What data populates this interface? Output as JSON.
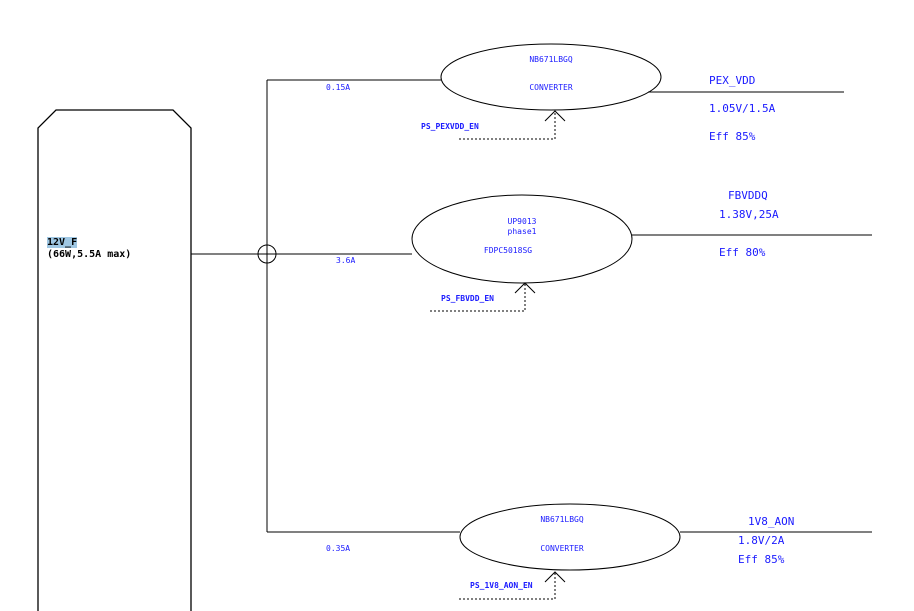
{
  "source": {
    "name": "12V_F",
    "rating": "(66W,5.5A max)"
  },
  "branches": [
    {
      "current": "0.15A",
      "converter_lines": [
        "NB671LBGQ",
        "CONVERTER"
      ],
      "enable": "PS_PEXVDD_EN",
      "rail": "PEX_VDD",
      "spec": "1.05V/1.5A",
      "eff": "Eff 85%"
    },
    {
      "current": "3.6A",
      "converter_lines": [
        "UP9013",
        "phase1",
        "FDPC5018SG"
      ],
      "enable": "PS_FBVDD_EN",
      "rail": "FBVDDQ",
      "spec": "1.38V,25A",
      "eff": "Eff 80%"
    },
    {
      "current": "0.35A",
      "converter_lines": [
        "NB671LBGQ",
        "CONVERTER"
      ],
      "enable": "PS_1V8_AON_EN",
      "rail": "1V8_AON",
      "spec": "1.8V/2A",
      "eff": "Eff 85%"
    }
  ],
  "colors": {
    "line": "#000000",
    "text": "#1a1aff",
    "highlight": "#9fc7e3"
  }
}
